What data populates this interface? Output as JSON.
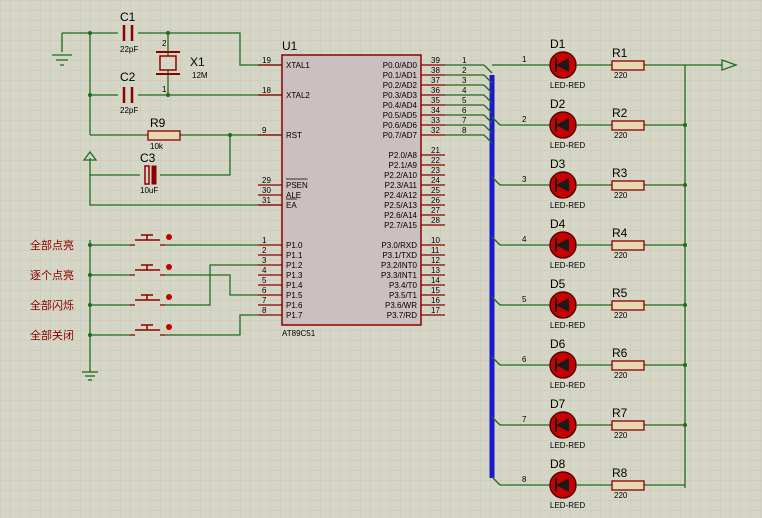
{
  "chip": {
    "ref": "U1",
    "part": "AT89C51",
    "left_pins": [
      {
        "num": "19",
        "name": "XTAL1"
      },
      {
        "num": "18",
        "name": "XTAL2"
      },
      {
        "num": "9",
        "name": "RST"
      },
      {
        "num": "29",
        "name": "PSEN"
      },
      {
        "num": "30",
        "name": "ALE"
      },
      {
        "num": "31",
        "name": "EA"
      },
      {
        "num": "1",
        "name": "P1.0"
      },
      {
        "num": "2",
        "name": "P1.1"
      },
      {
        "num": "3",
        "name": "P1.2"
      },
      {
        "num": "4",
        "name": "P1.3"
      },
      {
        "num": "5",
        "name": "P1.4"
      },
      {
        "num": "6",
        "name": "P1.5"
      },
      {
        "num": "7",
        "name": "P1.6"
      },
      {
        "num": "8",
        "name": "P1.7"
      }
    ],
    "right_pins": [
      {
        "num": "39",
        "name": "P0.0/AD0"
      },
      {
        "num": "38",
        "name": "P0.1/AD1"
      },
      {
        "num": "37",
        "name": "P0.2/AD2"
      },
      {
        "num": "36",
        "name": "P0.3/AD3"
      },
      {
        "num": "35",
        "name": "P0.4/AD4"
      },
      {
        "num": "34",
        "name": "P0.5/AD5"
      },
      {
        "num": "33",
        "name": "P0.6/AD6"
      },
      {
        "num": "32",
        "name": "P0.7/AD7"
      },
      {
        "num": "21",
        "name": "P2.0/A8"
      },
      {
        "num": "22",
        "name": "P2.1/A9"
      },
      {
        "num": "23",
        "name": "P2.2/A10"
      },
      {
        "num": "24",
        "name": "P2.3/A11"
      },
      {
        "num": "25",
        "name": "P2.4/A12"
      },
      {
        "num": "26",
        "name": "P2.5/A13"
      },
      {
        "num": "27",
        "name": "P2.6/A14"
      },
      {
        "num": "28",
        "name": "P2.7/A15"
      },
      {
        "num": "10",
        "name": "P3.0/RXD"
      },
      {
        "num": "11",
        "name": "P3.1/TXD"
      },
      {
        "num": "12",
        "name": "P3.2/INT0"
      },
      {
        "num": "13",
        "name": "P3.3/INT1"
      },
      {
        "num": "14",
        "name": "P3.4/T0"
      },
      {
        "num": "15",
        "name": "P3.5/T1"
      },
      {
        "num": "16",
        "name": "P3.6/WR"
      },
      {
        "num": "17",
        "name": "P3.7/RD"
      }
    ],
    "bus_labels": [
      "1",
      "2",
      "3",
      "4",
      "5",
      "6",
      "7",
      "8"
    ]
  },
  "passives": {
    "c1": {
      "ref": "C1",
      "value": "22pF"
    },
    "c2": {
      "ref": "C2",
      "value": "22pF"
    },
    "c3": {
      "ref": "C3",
      "value": "10uF"
    },
    "r9": {
      "ref": "R9",
      "value": "10k"
    },
    "x1": {
      "ref": "X1",
      "value": "12M",
      "pin1": "1",
      "pin2": "2"
    }
  },
  "leds": [
    {
      "ref": "D1",
      "part": "LED-RED",
      "res": "R1",
      "res_value": "220",
      "net": "1"
    },
    {
      "ref": "D2",
      "part": "LED-RED",
      "res": "R2",
      "res_value": "220",
      "net": "2"
    },
    {
      "ref": "D3",
      "part": "LED-RED",
      "res": "R3",
      "res_value": "220",
      "net": "3"
    },
    {
      "ref": "D4",
      "part": "LED-RED",
      "res": "R4",
      "res_value": "220",
      "net": "4"
    },
    {
      "ref": "D5",
      "part": "LED-RED",
      "res": "R5",
      "res_value": "220",
      "net": "5"
    },
    {
      "ref": "D6",
      "part": "LED-RED",
      "res": "R6",
      "res_value": "220",
      "net": "6"
    },
    {
      "ref": "D7",
      "part": "LED-RED",
      "res": "R7",
      "res_value": "220",
      "net": "7"
    },
    {
      "ref": "D8",
      "part": "LED-RED",
      "res": "R8",
      "res_value": "220",
      "net": "8"
    }
  ],
  "buttons": [
    {
      "label": "全部点亮"
    },
    {
      "label": "逐个点亮"
    },
    {
      "label": "全部闪烁"
    },
    {
      "label": "全部关闭"
    }
  ],
  "colors": {
    "background": "#d6d6c6",
    "grid": "#c6c6b6",
    "wire": "#1f6b1f",
    "component": "#8b0000",
    "chip_fill": "#ccbfbf",
    "bus": "#1a1acc",
    "led_fill": "#c80000",
    "text": "#000000",
    "label_red": "#8b0000"
  }
}
